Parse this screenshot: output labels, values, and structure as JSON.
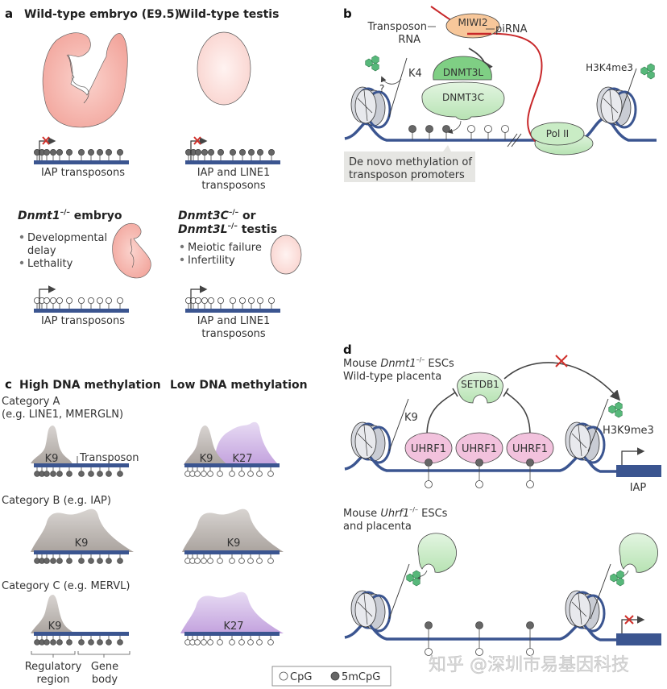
{
  "colors": {
    "dna": "#3b5590",
    "pink_fill": "#f6b5ad",
    "testis_fill": "#fde4e1",
    "green_light": "#c9ecc5",
    "green_dark": "#7fcf84",
    "orange": "#f7c79a",
    "rna_red": "#c8282a",
    "uhrf1": "#f2c2dd",
    "k9_gray": "#bdb7b3",
    "k27_purple": "#cdb2e3",
    "meth_dark": "#666666",
    "histone_green": "#57b87a",
    "callout_bg": "#e6e6e3"
  },
  "panel_a": {
    "label": "a",
    "wt_embryo_title": "Wild-type embryo (E9.5)",
    "wt_testis_title": "Wild-type testis",
    "wt_embryo_caption": "IAP transposons",
    "wt_testis_caption_1": "IAP and LINE1",
    "wt_testis_caption_2": "transposons",
    "ko_embryo_title_gene": "Dnmt1",
    "ko_embryo_title_sup": "–/–",
    "ko_embryo_title_rest": " embryo",
    "ko_embryo_bullets": [
      "Developmental",
      "delay",
      "Lethality"
    ],
    "ko_testis_title_gene1": "Dnmt3C",
    "ko_testis_title_sup": "–/–",
    "ko_testis_title_or": " or",
    "ko_testis_title_gene2": "Dnmt3L",
    "ko_testis_title_rest": " testis",
    "ko_testis_bullets": [
      "Meiotic failure",
      "Infertility"
    ],
    "ko_embryo_caption": "IAP transposons",
    "ko_testis_caption_1": "IAP and LINE1",
    "ko_testis_caption_2": "transposons"
  },
  "panel_b": {
    "label": "b",
    "transposon_rna_1": "Transposon",
    "transposon_rna_2": "RNA",
    "miwi2": "MIWI2",
    "pirna": "piRNA",
    "dnmt3l": "DNMT3L",
    "dnmt3c": "DNMT3C",
    "k4": "K4",
    "question": "?",
    "h3k4me3": "H3K4me3",
    "pol2": "Pol II",
    "callout_1": "De novo methylation of",
    "callout_2": "transposon promoters"
  },
  "panel_c": {
    "label": "c",
    "high_title": "High DNA methylation",
    "low_title": "Low DNA methylation",
    "cat_a_1": "Category A",
    "cat_a_2": "(e.g. LINE1, MMERGLN)",
    "cat_b": "Category B (e.g. IAP)",
    "cat_c": "Category C (e.g. MERVL)",
    "k9": "K9",
    "k27": "K27",
    "transposon": "Transposon",
    "regulatory_1": "Regulatory",
    "regulatory_2": "region",
    "gene_1": "Gene",
    "gene_2": "body"
  },
  "panel_d": {
    "label": "d",
    "top_title_1_pre": "Mouse ",
    "top_title_1_gene": "Dnmt1",
    "top_title_1_sup": "–/–",
    "top_title_1_post": " ESCs",
    "top_title_2": "Wild-type placenta",
    "setdb1": "SETDB1",
    "uhrf1": "UHRF1",
    "k9": "K9",
    "h3k9me3": "H3K9me3",
    "iap": "IAP",
    "bottom_title_1_pre": "Mouse ",
    "bottom_title_1_gene": "Uhrf1",
    "bottom_title_1_sup": "–/–",
    "bottom_title_1_post": " ESCs",
    "bottom_title_2": "and placenta"
  },
  "legend": {
    "cpg": "CpG",
    "mcpg": "5mCpG"
  },
  "watermark": "知乎 @深圳市易基因科技"
}
